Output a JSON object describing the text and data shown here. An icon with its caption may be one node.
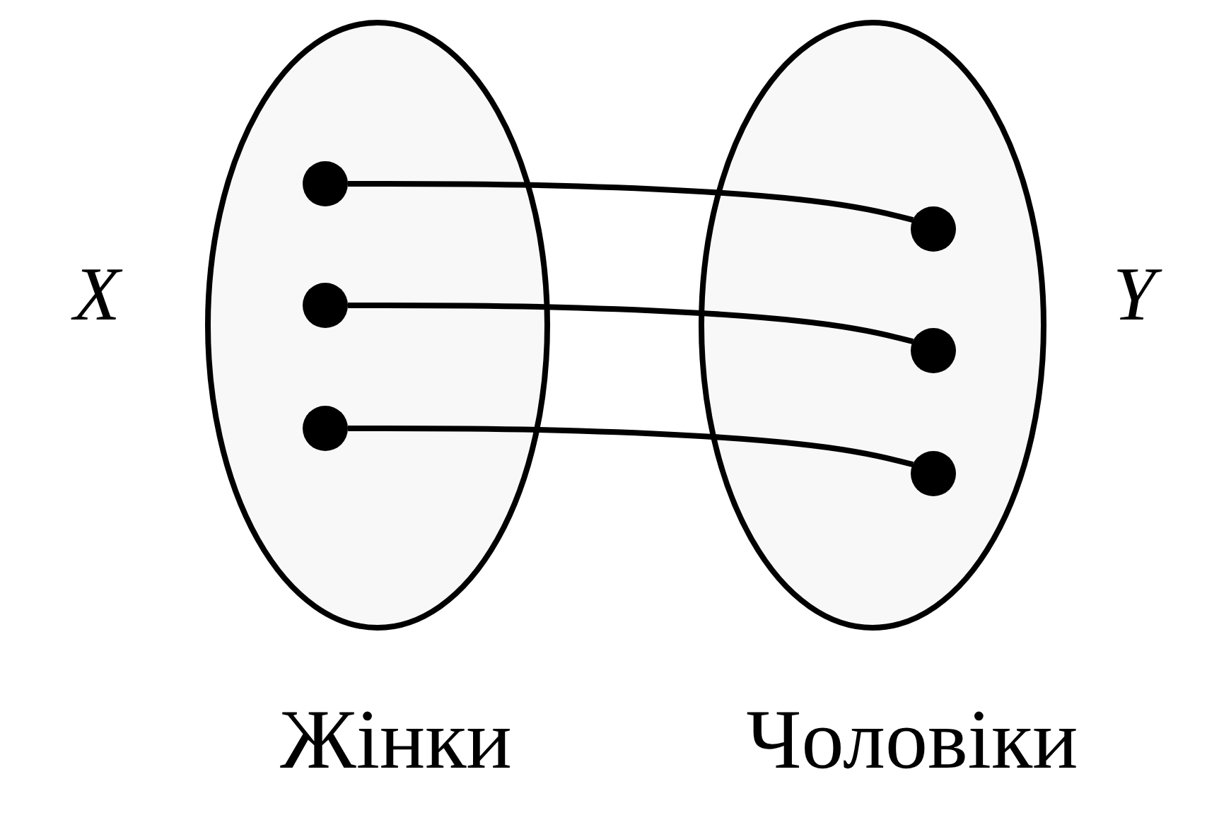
{
  "diagram": {
    "nodes": [
      {
        "text": [
          "Жінки"
        ],
        "beside": [
          "X"
        ]
      },
      {
        "text": [
          "Чоловіки"
        ],
        "beside": [
          "Y"
        ]
      },
      {
        "text": [],
        "shape": "circle",
        "in": 0
      },
      {
        "text": [],
        "shape": "circle",
        "in": 0
      },
      {
        "text": [],
        "shape": "circle",
        "in": 0
      },
      {
        "text": [],
        "shape": "circle",
        "in": 1
      },
      {
        "text": [],
        "shape": "circle",
        "in": 1
      },
      {
        "text": [],
        "shape": "circle",
        "in": 1
      }
    ],
    "edges": [
      {
        "from": 2,
        "to": 5,
        "arrow": "none"
      },
      {
        "from": 3,
        "to": 6,
        "arrow": "none"
      },
      {
        "from": 4,
        "to": 7,
        "arrow": "none"
      }
    ]
  }
}
